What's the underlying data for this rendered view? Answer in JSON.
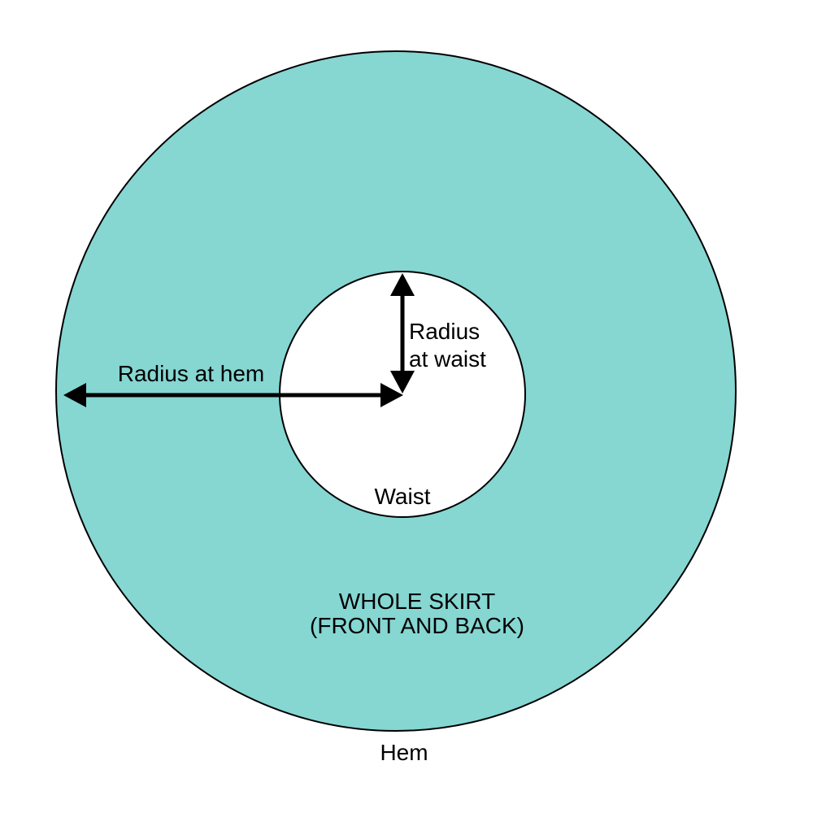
{
  "diagram": {
    "type": "sewing-pattern",
    "colors": {
      "skirt_fill": "#86d6d2",
      "outline": "#000000",
      "arrow": "#000000",
      "waist_fill": "#ffffff",
      "background": "#ffffff"
    },
    "labels": {
      "radius_waist_line1": "Radius",
      "radius_waist_line2": "at waist",
      "radius_hem": "Radius at hem",
      "waist": "Waist",
      "title_line1": "WHOLE SKIRT",
      "title_line2": "(FRONT AND BACK)",
      "hem": "Hem"
    }
  }
}
